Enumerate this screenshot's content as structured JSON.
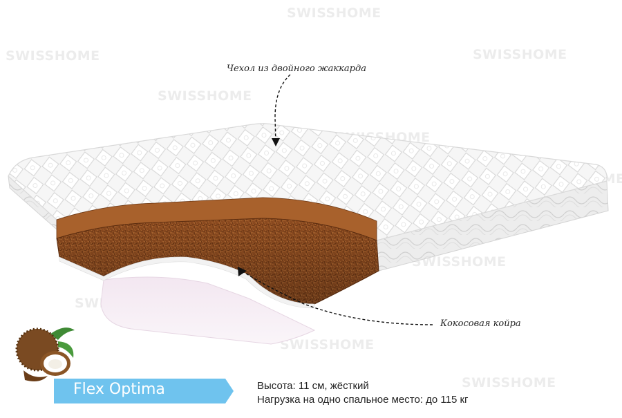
{
  "watermark": {
    "text": "SWISSHOME"
  },
  "callouts": {
    "cover": "Чехол из двойного жаккарда",
    "core": "Кокосовая койра"
  },
  "product": {
    "name": "Flex Optima"
  },
  "specs": {
    "height": "Высота: 11 см, жёсткий",
    "load": "Нагрузка на одно спальное место: до 115 кг"
  },
  "colors": {
    "banner": "#6fc3ee",
    "coir": "#8b4a1f",
    "quilt": "#f4f4f4",
    "underside": "#f7eef6",
    "leaf": "#3f8a35"
  }
}
